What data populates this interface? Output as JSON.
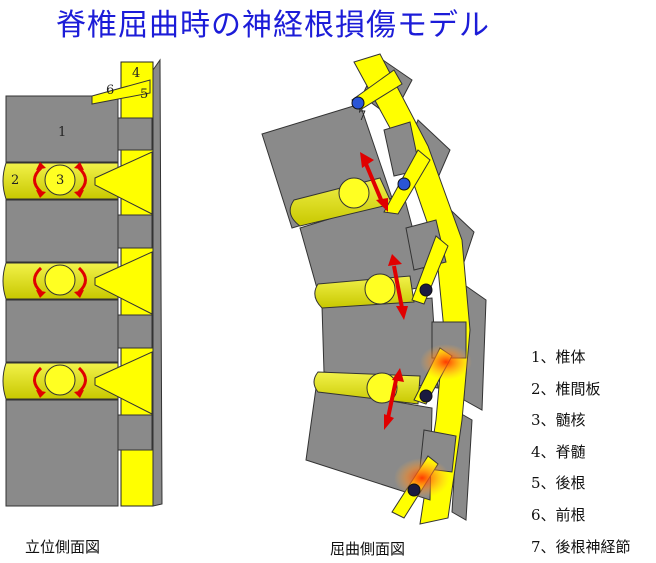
{
  "title": "脊椎屈曲時の神経根損傷モデル",
  "captions": {
    "standing": "立位側面図",
    "flexion": "屈曲側面図"
  },
  "markers": {
    "vertebral_body": "1",
    "disc": "2",
    "nucleus": "3",
    "spinal_cord": "4",
    "posterior_root": "5",
    "anterior_root": "6",
    "root_ganglion": "7"
  },
  "legend": [
    "1、椎体",
    "2、椎間板",
    "3、髄核",
    "4、脊髄",
    "5、後根",
    "6、前根",
    "7、後根神経節"
  ],
  "colors": {
    "title": "#1c1cd8",
    "vertebra": "#8a8a8a",
    "nerve": "#ffff00",
    "disc": "#d9d900",
    "arrow": "#e00000",
    "ganglion_normal": "#2a55d6",
    "ganglion_injured": "#1a1a40"
  }
}
